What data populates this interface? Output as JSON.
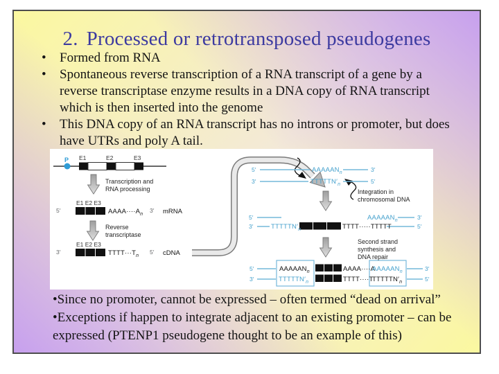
{
  "slide": {
    "title_number": "2.",
    "title_text": "Processed or retrotransposed pseudogenes",
    "bullet_char": "•",
    "bullets": [
      "Formed from RNA",
      "Spontaneous reverse transcription of a RNA transcript of a gene by a reverse transcriptase enzyme results in a DNA copy of RNA transcript which is then inserted into the genome",
      "This DNA copy of an RNA transcript has no introns or promoter, but does have UTRs and poly A tail."
    ],
    "notes": [
      "•Since no promoter, cannot be expressed – often termed “dead on arrival”",
      "•Exceptions if happen to integrate adjacent to an existing promoter – can be expressed (PTENP1 pseudogene thought to be an example of this)"
    ]
  },
  "diagram": {
    "promoter": "P",
    "exons": [
      "E1",
      "E2",
      "E3"
    ],
    "exon_row": "E1 E2 E3",
    "five_prime": "5′",
    "three_prime": "3′",
    "mrna_seq": "AAAA····A",
    "cdna_seq": "TTTT···T",
    "sub_n": "n",
    "mrna": "mRNA",
    "cdna": "cDNA",
    "an": "AAAAAN",
    "tn": "TTTTTN′",
    "gap_fill": "TTTT·····TTTTT",
    "repair_a": "AAAA····A",
    "repair_t": "TTTT····T",
    "steps": {
      "transcription": "Transcription and\nRNA processing",
      "reverse": "Reverse\ntranscriptase",
      "integration": "Integration in\nchromosomal DNA",
      "second_strand": "Second strand\nsynthesis and\nDNA repair"
    }
  },
  "colors": {
    "title": "#3c3aa0",
    "corner_yellow": "#fbf8a0",
    "corner_purple": "#c7a0ee",
    "diagram_blue": "#45a1cd",
    "line_blue": "#74b8da",
    "promoter_dot": "#2f9cd6"
  }
}
